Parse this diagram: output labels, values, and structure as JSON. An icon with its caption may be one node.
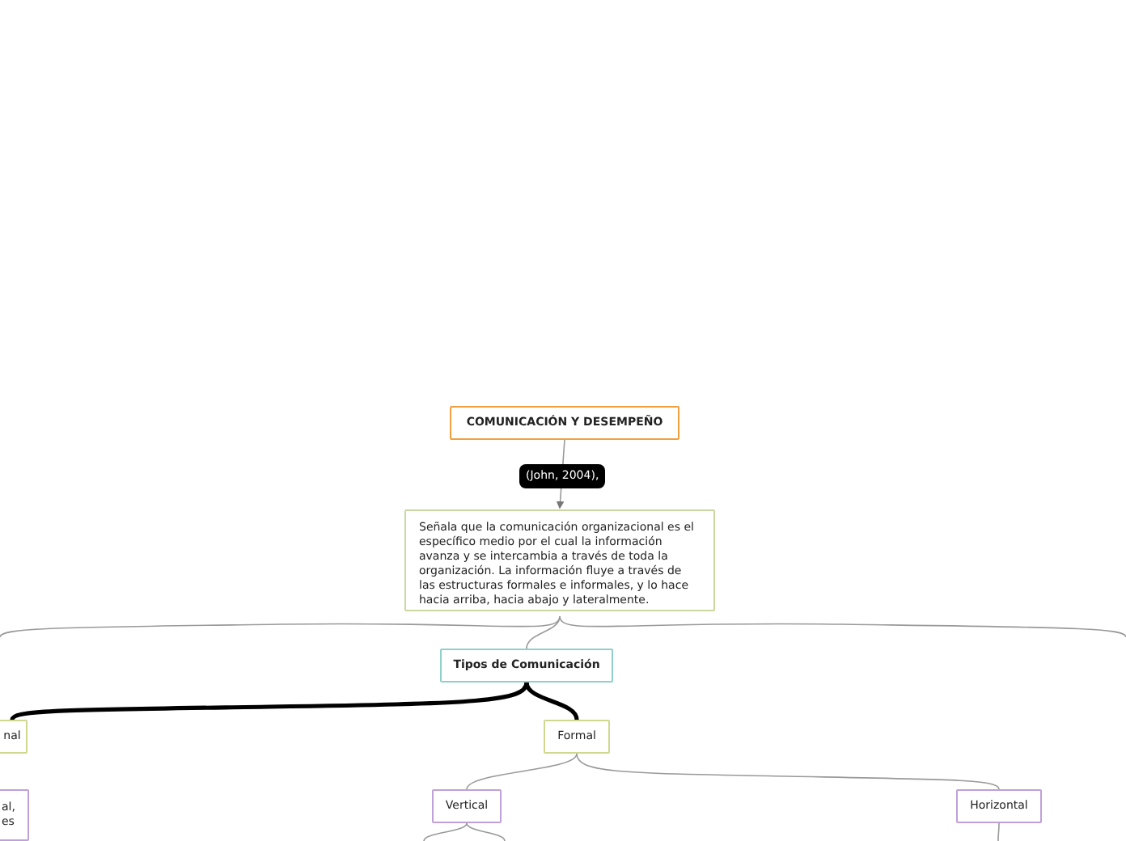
{
  "diagram": {
    "nodes": [
      {
        "text": [
          "COMUNICACIÓN  Y DESEMPEÑO"
        ]
      },
      {
        "text": [
          "Señala que la comunicación organizacional es el específico medio por el cual la información avanza y se intercambia a través de toda la organización. La información fluye a través de las estructuras formales e informales, y lo hace hacia arriba, hacia abajo y lateralmente."
        ]
      },
      {
        "text": [
          "Tipos de Comunicación"
        ]
      },
      {
        "text": [
          "nal"
        ]
      },
      {
        "text": [
          "Formal"
        ]
      },
      {
        "text": [
          "al, es"
        ]
      },
      {
        "text": [
          "Vertical"
        ]
      },
      {
        "text": [
          "Horizontal"
        ]
      }
    ],
    "edges": [
      {
        "from": 0,
        "to": 1,
        "arrow": "to",
        "label": "(John, 2004),"
      },
      {
        "from": 1,
        "to": null,
        "arrow": "none"
      },
      {
        "from": 1,
        "to": 2,
        "arrow": "none"
      },
      {
        "from": 1,
        "to": null,
        "arrow": "none"
      },
      {
        "from": 2,
        "to": 3,
        "arrow": "none",
        "style": "thick",
        "color": "#000000"
      },
      {
        "from": 2,
        "to": 4,
        "arrow": "none",
        "style": "thick",
        "color": "#000000"
      },
      {
        "from": 4,
        "to": 6,
        "arrow": "none"
      },
      {
        "from": 4,
        "to": 7,
        "arrow": "none"
      },
      {
        "from": 6,
        "to": null,
        "arrow": "none"
      },
      {
        "from": 6,
        "to": null,
        "arrow": "none"
      },
      {
        "from": 7,
        "to": null,
        "arrow": "none"
      }
    ]
  }
}
